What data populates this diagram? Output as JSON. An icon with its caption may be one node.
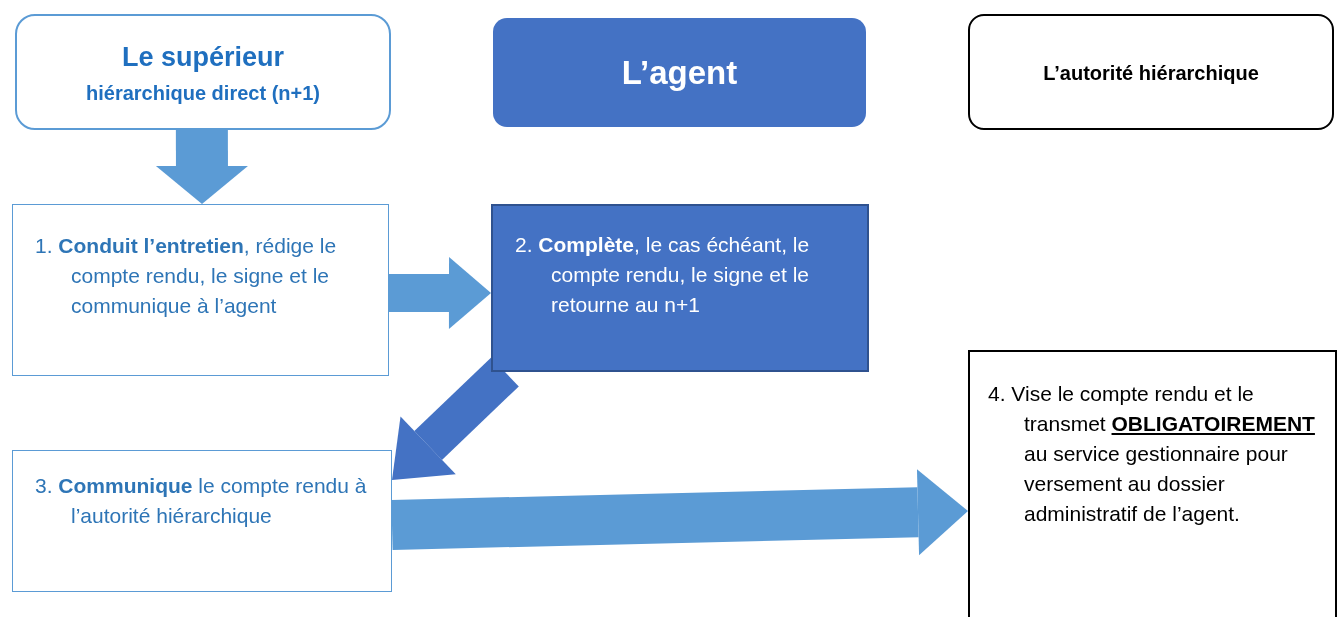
{
  "diagram": {
    "nodes": [
      {
        "text": [
          "Le supérieur",
          "hiérarchique direct (n+1)"
        ]
      },
      {
        "text": [
          "L’agent"
        ]
      },
      {
        "text": [
          "L’autorité hiérarchique"
        ]
      },
      {
        "text": [
          "1. **Conduit l’entretien**, rédige le compte rendu, le signe et le communique à l’agent"
        ]
      },
      {
        "text": [
          "2. **Complète**, le cas échéant, le compte rendu, le signe et le retourne au n+1"
        ]
      },
      {
        "text": [
          "3. **Communique** le compte rendu à l’autorité hiérarchique"
        ]
      },
      {
        "text": [
          "4. Vise le compte rendu et le transmet **OBLIGATOIREMENT** au service gestionnaire pour versement au dossier administratif de l’agent."
        ]
      }
    ],
    "edges": [
      {
        "from": 0,
        "to": 3,
        "arrow": "to"
      },
      {
        "from": 3,
        "to": 4,
        "arrow": "to"
      },
      {
        "from": 4,
        "to": 5,
        "arrow": "to",
        "color": "#4472c4"
      },
      {
        "from": 5,
        "to": 6,
        "arrow": "to"
      }
    ]
  }
}
